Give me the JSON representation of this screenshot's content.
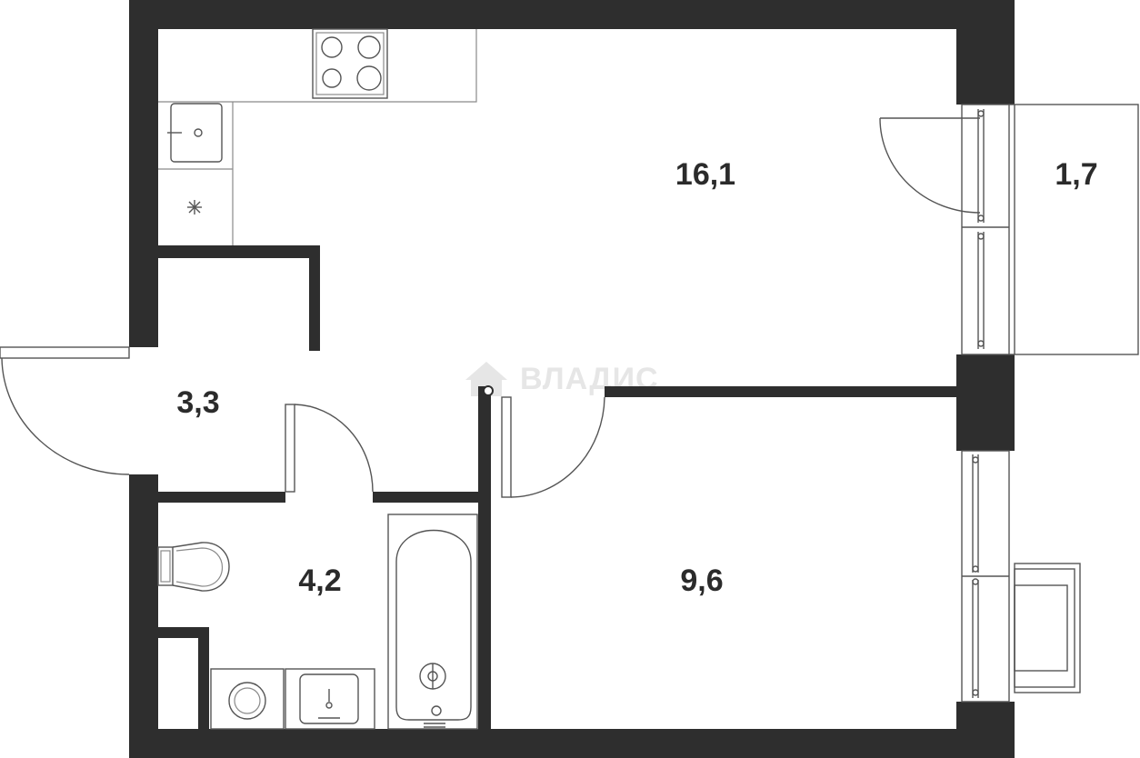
{
  "rooms": [
    {
      "id": "living-room",
      "area": "16,1"
    },
    {
      "id": "balcony",
      "area": "1,7"
    },
    {
      "id": "hallway",
      "area": "3,3"
    },
    {
      "id": "bathroom",
      "area": "4,2"
    },
    {
      "id": "bedroom",
      "area": "9,6"
    }
  ],
  "watermark": {
    "text": "ВЛАДИС"
  },
  "colors": {
    "wall": "#2e2e2e",
    "fixture": "#8a8a8a",
    "label": "#2b2b2b",
    "watermark": "#e6e6e6"
  }
}
